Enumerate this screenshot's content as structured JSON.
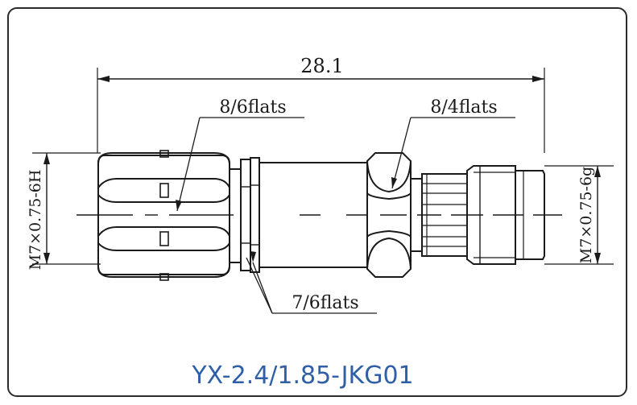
{
  "drawing": {
    "overall_length": "28.1",
    "left_nut_flats": "8/6flats",
    "right_nut_flats": "8/4flats",
    "mid_flats": "7/6flats",
    "left_thread": "M7×0.75-6H",
    "right_thread": "M7×0.75-6g",
    "part_number": "YX-2.4/1.85-JKG01"
  },
  "colors": {
    "line": "#1a1a1a",
    "title": "#2f5fa7",
    "frame": "#2b2b2b"
  }
}
